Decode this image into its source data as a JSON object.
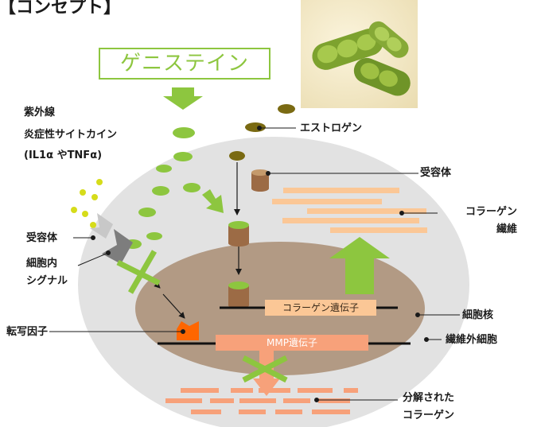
{
  "title": "【コンセプト】",
  "genistein": "ゲニステイン",
  "labels": {
    "uv": "紫外線",
    "inflammatory_line1": "炎症性サイトカイン",
    "inflammatory_line2": "(IL1α やTNFα)",
    "estrogen": "エストロゲン",
    "receptor_top": "受容体",
    "receptor_left": "受容体",
    "collagen_fiber_line1": "コラーゲン",
    "collagen_fiber_line2": "繊維",
    "intracellular_line1": "細胞内",
    "intracellular_line2": "シグナル",
    "transcription_factor": "転写因子",
    "nucleus": "細胞核",
    "fibroblast": "繊維外細胞",
    "degraded_line1": "分解された",
    "degraded_line2": "コラーゲン"
  },
  "genes": {
    "collagen": "コラーゲン遺伝子",
    "mmp": "MMP遺伝子"
  },
  "colors": {
    "genistein_green": "#8dc63f",
    "estrogen_olive": "#7a6a12",
    "cell_gray": "#e2e2e2",
    "nucleus_brown": "#b29a84",
    "receptor_brown": "#9c6b45",
    "collagen_fiber": "#fbc796",
    "mmp_orange": "#f7a17a",
    "transcription_factor": "#ff6600",
    "uv_yellow": "#d6dc1a"
  }
}
